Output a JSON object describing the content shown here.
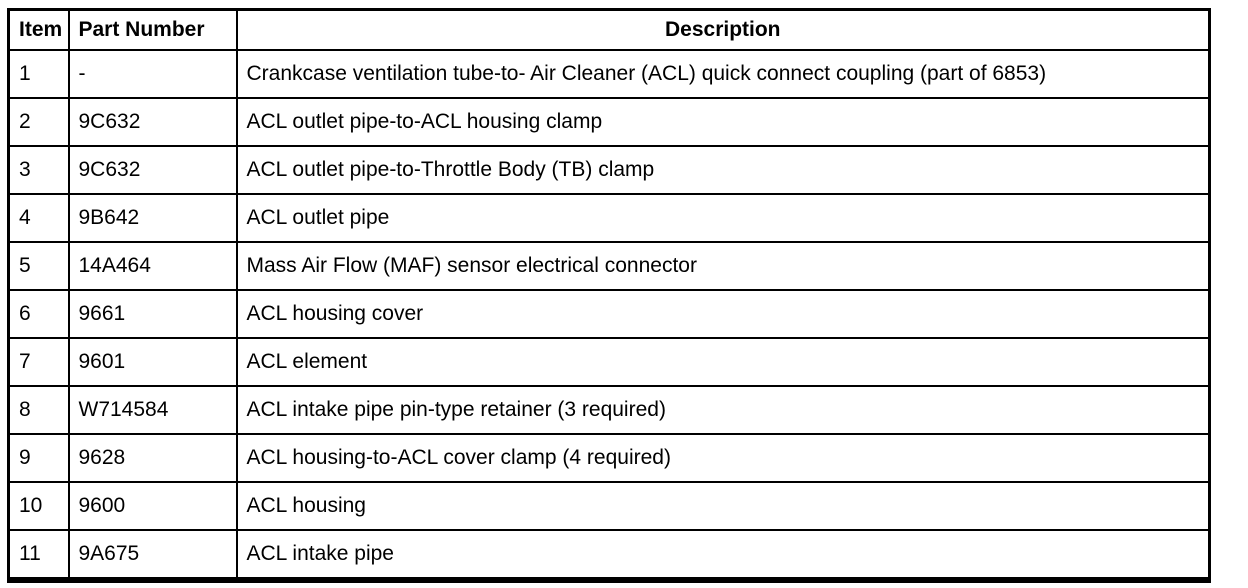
{
  "colors": {
    "background": "#ffffff",
    "border": "#000000",
    "text": "#000000"
  },
  "table": {
    "headers": {
      "item": "Item",
      "part_number": "Part Number",
      "description": "Description"
    },
    "rows": [
      {
        "item": "1",
        "part_number": "-",
        "description": "Crankcase ventilation tube-to- Air Cleaner (ACL) quick connect coupling (part of 6853)"
      },
      {
        "item": "2",
        "part_number": "9C632",
        "description": "ACL outlet pipe-to-ACL housing clamp"
      },
      {
        "item": "3",
        "part_number": "9C632",
        "description": "ACL outlet pipe-to-Throttle Body (TB) clamp"
      },
      {
        "item": "4",
        "part_number": "9B642",
        "description": "ACL outlet pipe"
      },
      {
        "item": "5",
        "part_number": "14A464",
        "description": "Mass Air Flow (MAF) sensor electrical connector"
      },
      {
        "item": "6",
        "part_number": "9661",
        "description": "ACL housing cover"
      },
      {
        "item": "7",
        "part_number": "9601",
        "description": "ACL element"
      },
      {
        "item": "8",
        "part_number": "W714584",
        "description": "ACL intake pipe pin-type retainer (3 required)"
      },
      {
        "item": "9",
        "part_number": "9628",
        "description": "ACL housing-to-ACL cover clamp (4 required)"
      },
      {
        "item": "10",
        "part_number": "9600",
        "description": "ACL housing"
      },
      {
        "item": "11",
        "part_number": "9A675",
        "description": "ACL intake pipe"
      }
    ]
  }
}
